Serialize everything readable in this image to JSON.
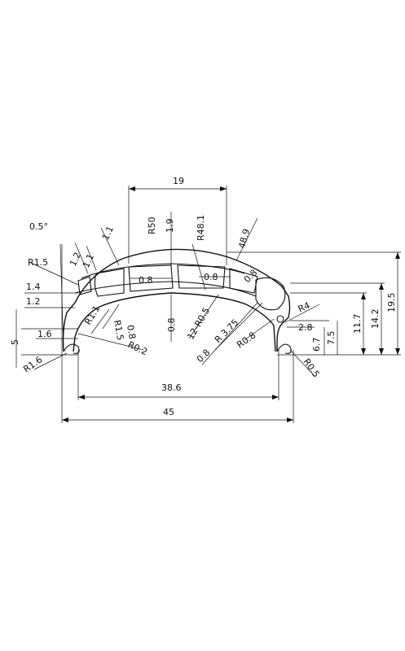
{
  "drawing": {
    "title": "",
    "dims": {
      "w19": "19",
      "r50": "R50",
      "d19": "1.9",
      "r481": "R48.1",
      "a489": "48.9",
      "d11a": "1.1",
      "d12": "1.2",
      "d11b": "1.1",
      "angle": "0.5°",
      "r15a": "R1.5",
      "d14": "1.4",
      "d12b": "1.2",
      "d08a": "0.8",
      "d08b": "0.8",
      "d08c": "0.8",
      "d08d": "0.8",
      "r05": "12-R0.5",
      "r375": "R 3.75",
      "r08": "R0.8",
      "d08e": "0.8",
      "r4": "R4",
      "r11": "R1.1",
      "r15b": "R1.5",
      "d08f": "0.8",
      "r02": "R0.2",
      "d16": "1.6",
      "d5": "5",
      "r16": "R1.6",
      "d28": "2.8",
      "d67": "6.7",
      "d75": "7.5",
      "d117": "11.7",
      "d142": "14.2",
      "d195": "19.5",
      "r05b": "R0.5",
      "w386": "38.6",
      "w45": "45"
    }
  }
}
